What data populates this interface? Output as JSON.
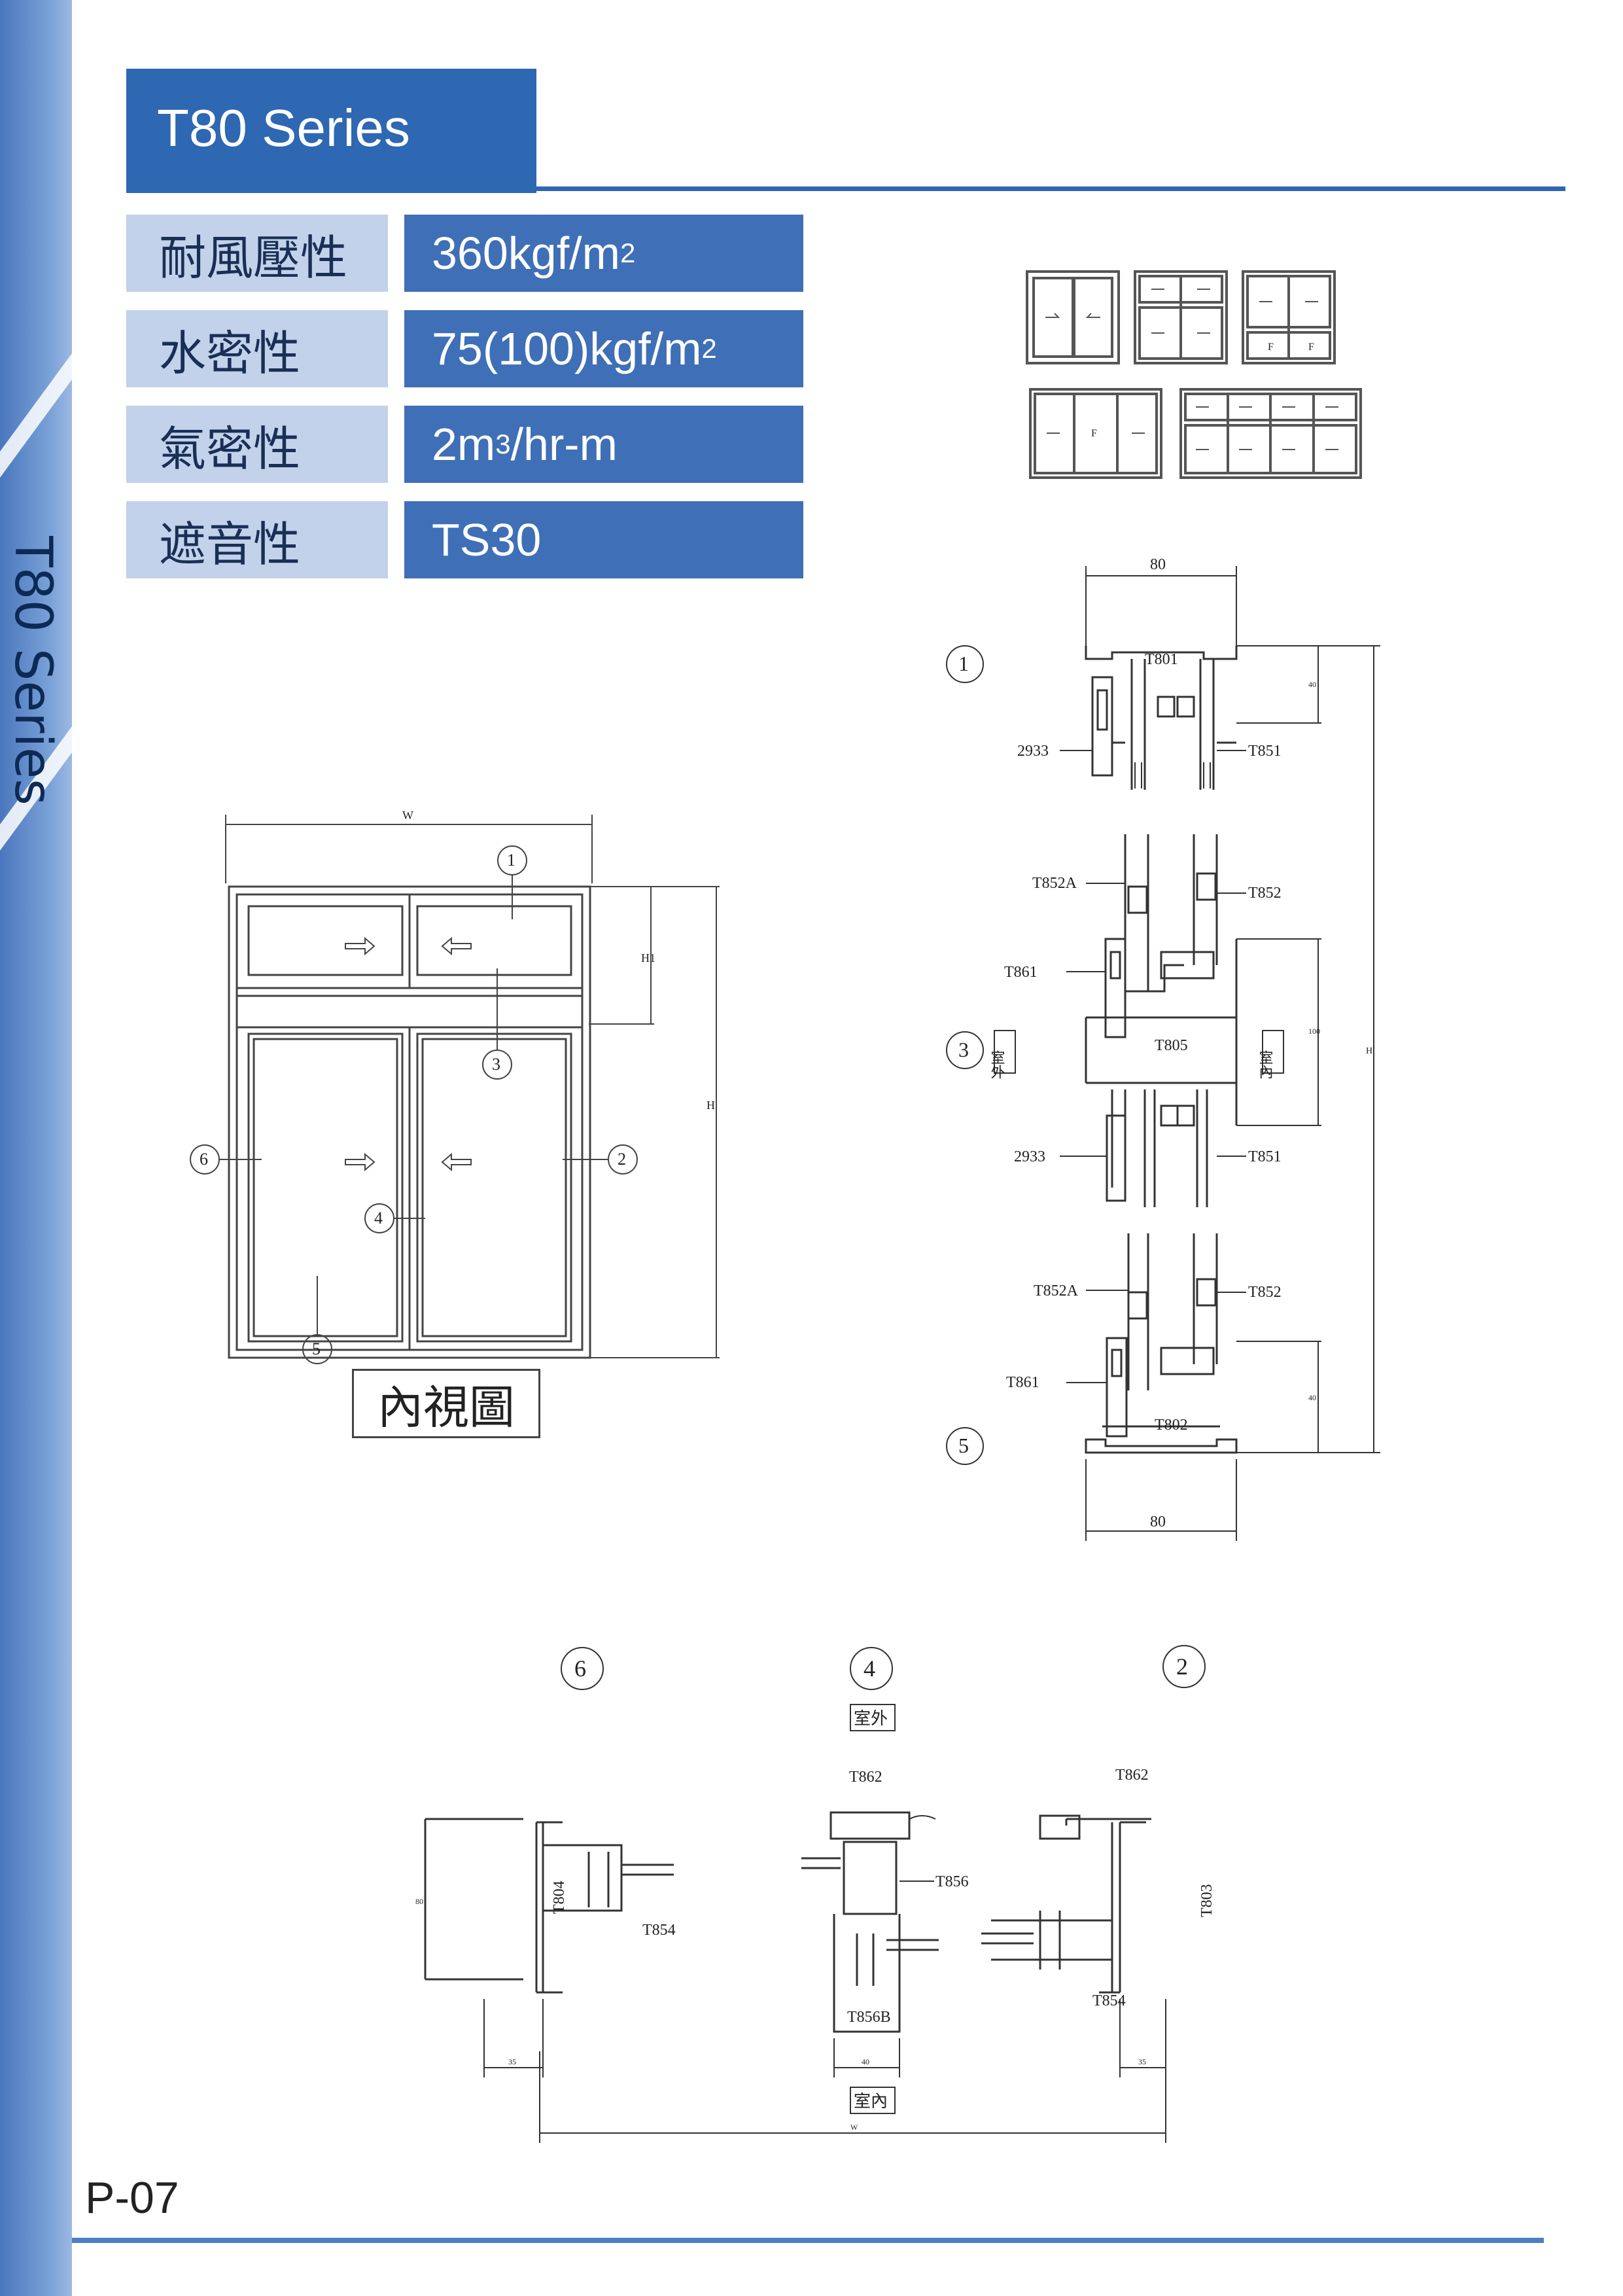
{
  "header": {
    "title": "T80 Series"
  },
  "side_title": "T80 Series",
  "specs": [
    {
      "label": "耐風壓性",
      "value_main": "360kgf/m",
      "value_sup": "2",
      "value_tail": ""
    },
    {
      "label": "水密性",
      "value_main": "75(100)kgf/m",
      "value_sup": "2",
      "value_tail": ""
    },
    {
      "label": "氣密性",
      "value_main": "2m",
      "value_sup": "3",
      "value_tail": "/hr-m"
    },
    {
      "label": "遮音性",
      "value_main": "TS30",
      "value_sup": "",
      "value_tail": ""
    }
  ],
  "elevation": {
    "caption": "內視圖",
    "dim_w": "W",
    "dim_h": "H",
    "dim_h1": "H1",
    "markers": [
      "1",
      "2",
      "3",
      "4",
      "5",
      "6"
    ]
  },
  "vertical_section": {
    "markers": [
      "1",
      "3",
      "5"
    ],
    "dim_top": "80",
    "dim_bottom": "80",
    "dim_40_top": "40",
    "dim_100": "100",
    "dim_40_bottom": "40",
    "dim_h": "H",
    "outdoor_label": "室外",
    "indoor_label": "室內",
    "parts": {
      "t801": "T801",
      "t851a": "T851",
      "p2933a": "2933",
      "t852a_1": "T852A",
      "t852_1": "T852",
      "t861_1": "T861",
      "t805": "T805",
      "p2933b": "2933",
      "t851b": "T851",
      "t852a_2": "T852A",
      "t852_2": "T852",
      "t861_2": "T861",
      "t802": "T802"
    }
  },
  "horizontal_section": {
    "markers": [
      "6",
      "4",
      "2"
    ],
    "outdoor_label": "室外",
    "indoor_label": "室內",
    "parts": {
      "t804": "T804",
      "t854a": "T854",
      "t862a": "T862",
      "t856": "T856",
      "t856b": "T856B",
      "t862b": "T862",
      "t803": "T803",
      "t854b": "T854"
    },
    "dim_80": "80",
    "dim_35a": "35",
    "dim_40": "40",
    "dim_35b": "35",
    "dim_w": "W"
  },
  "page_number": "P-07",
  "colors": {
    "brand_blue": "#2e67b2",
    "label_bg": "#c2d2ea",
    "value_bg": "#3f6fb6",
    "side_band": "#5a86c8"
  }
}
